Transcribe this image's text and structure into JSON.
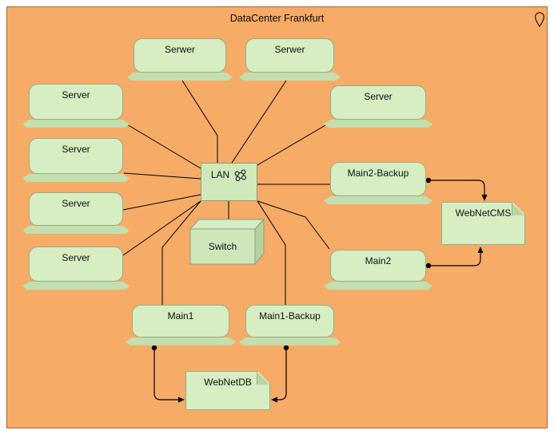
{
  "title": "DataCenter Frankfurt",
  "colors": {
    "canvas_bg": "#f6ab67",
    "frame_border": "#a06a38",
    "node_fill": "#d6eec2",
    "node_base_fill": "#c3deaf",
    "node_stroke": "#97ad85",
    "lan_fill": "#cfe9bb",
    "box_top_fill": "#d5ecc4",
    "box_right_fill": "#b5d1a1",
    "doc_fold_fill": "#b9d6a6",
    "edge_color": "#000000"
  },
  "icons": {
    "corner": "location-pin-icon",
    "lan": "network-nodes-icon"
  },
  "nodes": {
    "clients": [
      {
        "label": "Serwer"
      },
      {
        "label": "Serwer"
      },
      {
        "label": "Server"
      },
      {
        "label": "Server"
      },
      {
        "label": "Server"
      },
      {
        "label": "Server"
      },
      {
        "label": "Server"
      },
      {
        "label": "Main2-Backup"
      },
      {
        "label": "Main2"
      },
      {
        "label": "Main1"
      },
      {
        "label": "Main1-Backup"
      }
    ],
    "lan": {
      "label": "LAN"
    },
    "switch": {
      "label": "Switch"
    },
    "documents": [
      {
        "label": "WebNetCMS"
      },
      {
        "label": "WebNetDB"
      }
    ]
  }
}
